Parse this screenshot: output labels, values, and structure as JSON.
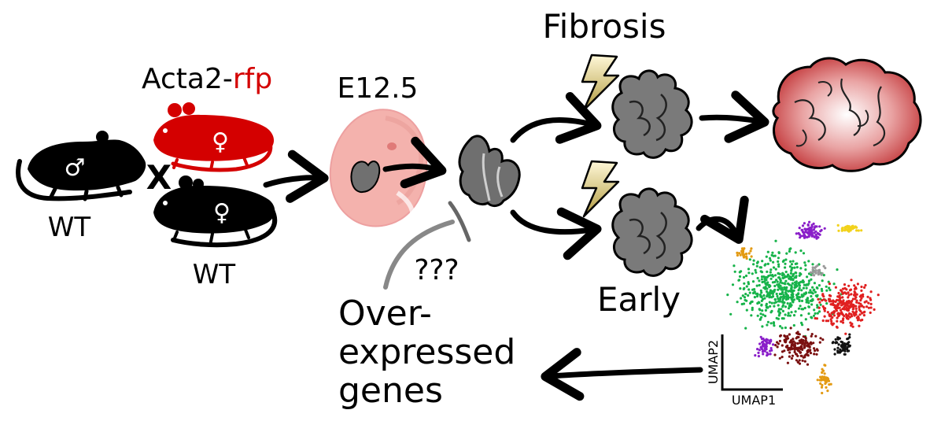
{
  "labels": {
    "wt_male": "WT",
    "wt_female": "WT",
    "cross": "X",
    "acta2_prefix": "Acta2-",
    "acta2_suffix": "rfp",
    "stage": "E12.5",
    "fibrosis": "Fibrosis",
    "early": "Early",
    "question": "???",
    "overexpressed_line1": "Over-",
    "overexpressed_line2": "expressed",
    "overexpressed_line3": "genes",
    "umap1": "UMAP1",
    "umap2": "UMAP2"
  },
  "symbols": {
    "male": "♂",
    "female": "♀"
  },
  "colors": {
    "mouse_black": "#000000",
    "mouse_red": "#d40000",
    "rfp_text": "#d40000",
    "embryo": "#f4b2ad",
    "lung_gray": "#6f6f6f",
    "fibrotic_lung": "#d9585a",
    "lightning": "#c8b45a",
    "cluster_green": "#17b34a",
    "cluster_red": "#e02020",
    "cluster_purple": "#8a1fc9",
    "cluster_orange": "#e39a12",
    "cluster_yellow": "#f2d21b",
    "cluster_maroon": "#7a1010",
    "cluster_black": "#111111",
    "cluster_gray": "#9a9a9a"
  },
  "icons": [
    "male-mouse-icon",
    "female-mouse-icon",
    "rfp-mouse-icon",
    "embryo-icon",
    "lightning-icon",
    "lung-icon",
    "fibrotic-lung-icon",
    "umap-plot-icon"
  ]
}
